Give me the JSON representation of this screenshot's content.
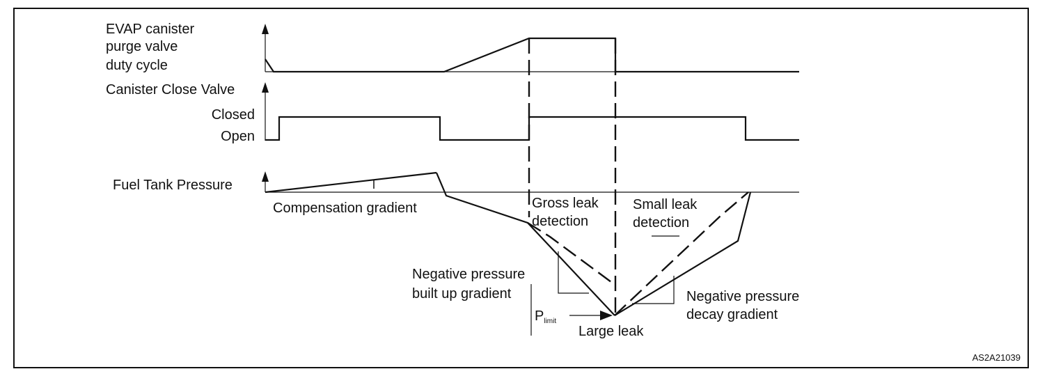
{
  "purge_valve": {
    "title_line1": "EVAP canister",
    "title_line2": "purge valve",
    "title_line3": "duty cycle"
  },
  "close_valve": {
    "title": "Canister Close Valve",
    "state_closed": "Closed",
    "state_open": "Open"
  },
  "fuel_tank": {
    "title": "Fuel Tank Pressure",
    "compensation": "Compensation gradient",
    "gross_line1": "Gross leak",
    "gross_line2": "detection",
    "small_line1": "Small leak",
    "small_line2": "detection",
    "neg_built_line1": "Negative pressure",
    "neg_built_line2": "built up gradient",
    "p_limit_main": "P",
    "p_limit_sub": "limit",
    "large_leak": "Large leak",
    "neg_decay_line1": "Negative pressure",
    "neg_decay_line2": "decay gradient"
  },
  "figure_id": "AS2A21039"
}
